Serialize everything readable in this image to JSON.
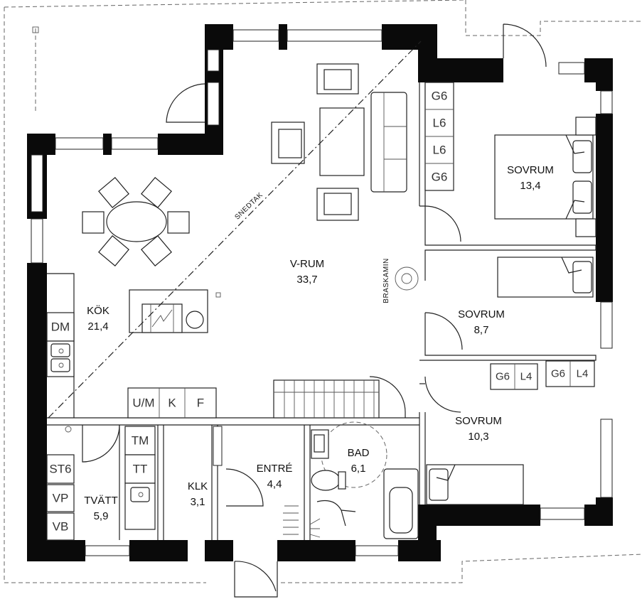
{
  "rooms": {
    "vrum": {
      "name": "V-RUM",
      "area": "33,7"
    },
    "kok": {
      "name": "KÖK",
      "area": "21,4"
    },
    "sovrum1": {
      "name": "SOVRUM",
      "area": "13,4"
    },
    "sovrum2": {
      "name": "SOVRUM",
      "area": "8,7"
    },
    "sovrum3": {
      "name": "SOVRUM",
      "area": "10,3"
    },
    "bad": {
      "name": "BAD",
      "area": "6,1"
    },
    "entre": {
      "name": "ENTRÉ",
      "area": "4,4"
    },
    "klk": {
      "name": "KLK",
      "area": "3,1"
    },
    "tvatt": {
      "name": "TVÄTT",
      "area": "5,9"
    }
  },
  "annotations": {
    "snedtak": "SNEDTAK",
    "braskamin": "BRASKAMIN"
  },
  "wardrobes": {
    "sovrum1": [
      "G6",
      "L6",
      "L6",
      "G6"
    ],
    "sovrum3_a": [
      "G6",
      "L4"
    ],
    "sovrum3_b": [
      "G6",
      "L4"
    ]
  },
  "kitchen": {
    "dm": "DM",
    "appliances": [
      "U/M",
      "K",
      "F"
    ]
  },
  "laundry": {
    "left": [
      "ST6",
      "VP",
      "VB"
    ],
    "right": [
      "TM",
      "TT"
    ]
  }
}
